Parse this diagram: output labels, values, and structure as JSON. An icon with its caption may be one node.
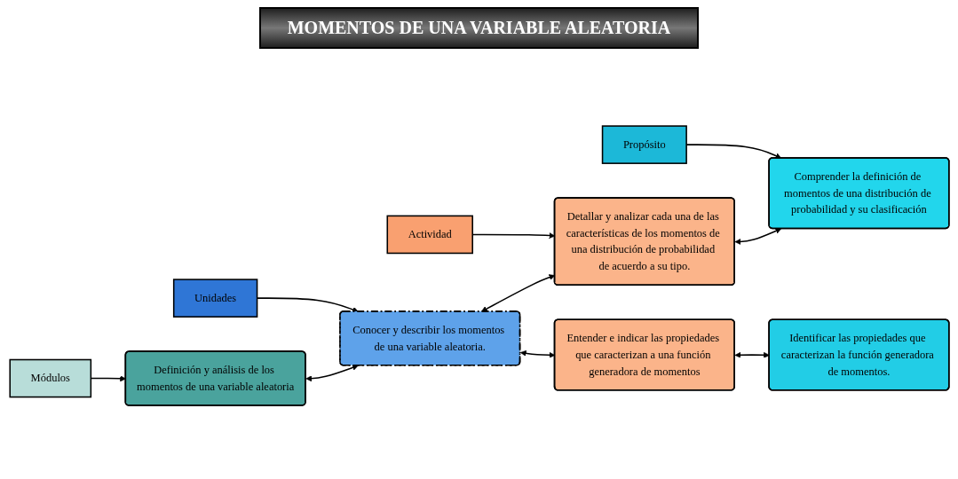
{
  "diagram": {
    "title": "MOMENTOS DE UNA VARIABLE ALEATORIA",
    "nodes": [
      {
        "text": [
          "Módulos"
        ]
      },
      {
        "text": [
          "Unidades"
        ]
      },
      {
        "text": [
          "Actividad"
        ]
      },
      {
        "text": [
          "Propósito"
        ]
      },
      {
        "text": [
          "Definición y análisis de los momentos de una variable aleatoria"
        ]
      },
      {
        "text": [
          "Conocer y describir los momentos de una variable aleatoria."
        ]
      },
      {
        "text": [
          "Detallar y analizar cada una de las características de los momentos de una distribución de probabilidad de acuerdo a su tipo."
        ]
      },
      {
        "text": [
          "Comprender la definición de momentos de una distribución de probabilidad y su clasificación"
        ]
      },
      {
        "text": [
          "Entender e indicar las propiedades que caracterizan a una función generadora de momentos"
        ]
      },
      {
        "text": [
          "Identificar las propiedades que caracterizan la función generadora de momentos."
        ]
      }
    ],
    "edges": [
      {
        "from": 0,
        "to": 4,
        "arrow": "to"
      },
      {
        "from": 1,
        "to": 5,
        "arrow": "to"
      },
      {
        "from": 2,
        "to": 6,
        "arrow": "to"
      },
      {
        "from": 3,
        "to": 7,
        "arrow": "to"
      },
      {
        "from": 4,
        "to": 5,
        "arrow": "both"
      },
      {
        "from": 5,
        "to": 6,
        "arrow": "both"
      },
      {
        "from": 6,
        "to": 7,
        "arrow": "both"
      },
      {
        "from": 5,
        "to": 8,
        "arrow": "both"
      },
      {
        "from": 8,
        "to": 9,
        "arrow": "both"
      }
    ]
  }
}
